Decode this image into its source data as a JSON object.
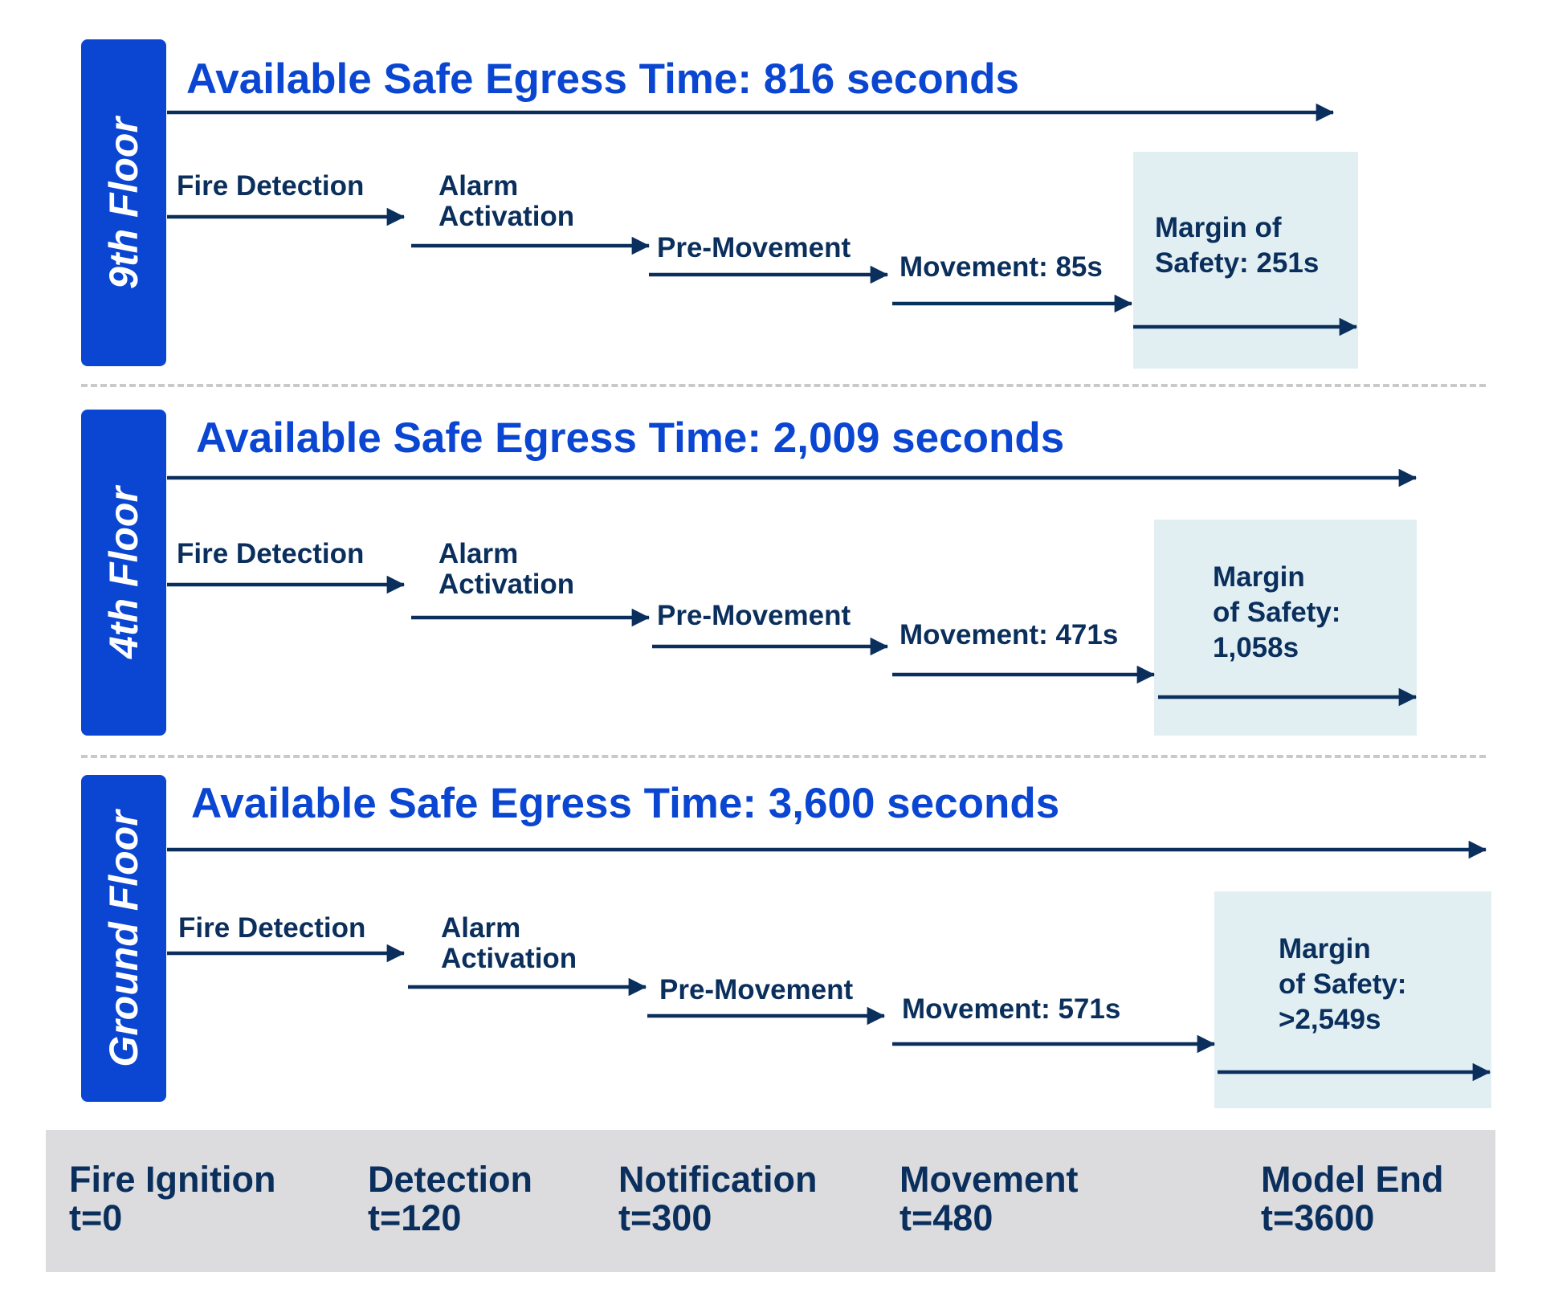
{
  "floors": [
    {
      "label": "9th Floor",
      "aset": "Available Safe Egress Time: 816 seconds",
      "fire_detection": "Fire Detection",
      "alarm_line1": "Alarm",
      "alarm_line2": "Activation",
      "pre_movement": "Pre-Movement",
      "movement": "Movement: 85s",
      "margin": [
        "Margin of",
        "Safety: 251s"
      ]
    },
    {
      "label": "4th Floor",
      "aset": "Available Safe Egress Time: 2,009 seconds",
      "fire_detection": "Fire Detection",
      "alarm_line1": "Alarm",
      "alarm_line2": "Activation",
      "pre_movement": "Pre-Movement",
      "movement": "Movement: 471s",
      "margin": [
        "Margin",
        "of Safety:",
        "1,058s"
      ]
    },
    {
      "label": "Ground Floor",
      "aset": "Available Safe Egress Time: 3,600 seconds",
      "fire_detection": "Fire Detection",
      "alarm_line1": "Alarm",
      "alarm_line2": "Activation",
      "pre_movement": "Pre-Movement",
      "movement": "Movement: 571s",
      "margin": [
        "Margin",
        "of Safety:",
        ">2,549s"
      ]
    }
  ],
  "timeline": [
    {
      "event": "Fire Ignition",
      "time": "t=0"
    },
    {
      "event": "Detection",
      "time": "t=120"
    },
    {
      "event": "Notification",
      "time": "t=300"
    },
    {
      "event": "Movement",
      "time": "t=480"
    },
    {
      "event": "Model End",
      "time": "t=3600"
    }
  ],
  "colors": {
    "brand_blue": "#0a46d1",
    "navy": "#0b2f5c",
    "margin_box": "#e1eff3",
    "timeline_bar": "#dcdcdf",
    "divider": "#c9c9c9"
  }
}
